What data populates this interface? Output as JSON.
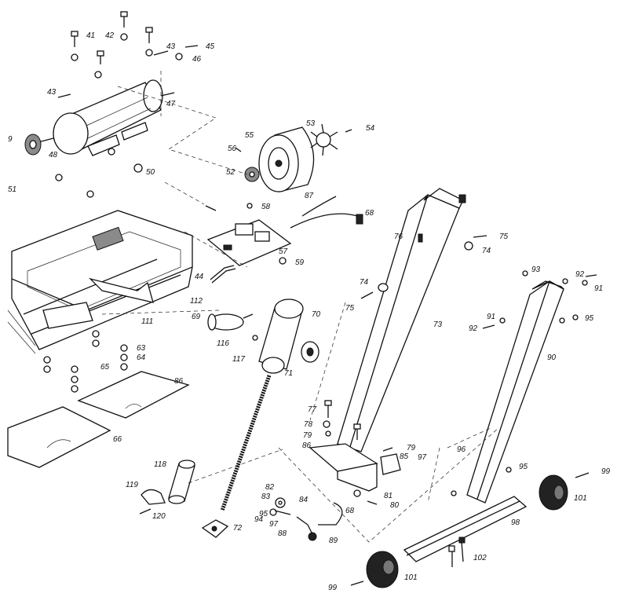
{
  "callouts": [
    {
      "id": "c41",
      "text": "41"
    },
    {
      "id": "c42",
      "text": "42"
    },
    {
      "id": "c43a",
      "text": "43"
    },
    {
      "id": "c45",
      "text": "45"
    },
    {
      "id": "c46",
      "text": "46"
    },
    {
      "id": "c43b",
      "text": "43"
    },
    {
      "id": "c47",
      "text": "47"
    },
    {
      "id": "c9",
      "text": "9"
    },
    {
      "id": "c48",
      "text": "48"
    },
    {
      "id": "c50",
      "text": "50"
    },
    {
      "id": "c51",
      "text": "51"
    },
    {
      "id": "c55",
      "text": "55"
    },
    {
      "id": "c53",
      "text": "53"
    },
    {
      "id": "c54",
      "text": "54"
    },
    {
      "id": "c56",
      "text": "56"
    },
    {
      "id": "c52",
      "text": "52"
    },
    {
      "id": "c87",
      "text": "87"
    },
    {
      "id": "c58",
      "text": "58"
    },
    {
      "id": "c68a",
      "text": "68"
    },
    {
      "id": "c76",
      "text": "76"
    },
    {
      "id": "c75a",
      "text": "75"
    },
    {
      "id": "c74a",
      "text": "74"
    },
    {
      "id": "c57",
      "text": "57"
    },
    {
      "id": "c59",
      "text": "59"
    },
    {
      "id": "c44",
      "text": "44"
    },
    {
      "id": "c74b",
      "text": "74"
    },
    {
      "id": "c75b",
      "text": "75"
    },
    {
      "id": "c73",
      "text": "73"
    },
    {
      "id": "c112",
      "text": "112"
    },
    {
      "id": "c111",
      "text": "111"
    },
    {
      "id": "c70",
      "text": "70"
    },
    {
      "id": "c69",
      "text": "69"
    },
    {
      "id": "c116",
      "text": "116"
    },
    {
      "id": "c117",
      "text": "117"
    },
    {
      "id": "c71",
      "text": "71"
    },
    {
      "id": "c63",
      "text": "63"
    },
    {
      "id": "c64",
      "text": "64"
    },
    {
      "id": "c65",
      "text": "65"
    },
    {
      "id": "c86",
      "text": "86"
    },
    {
      "id": "c66",
      "text": "66"
    },
    {
      "id": "c93",
      "text": "93"
    },
    {
      "id": "c92a",
      "text": "92"
    },
    {
      "id": "c91a",
      "text": "91"
    },
    {
      "id": "c91b",
      "text": "91"
    },
    {
      "id": "c92b",
      "text": "92"
    },
    {
      "id": "c95a",
      "text": "95"
    },
    {
      "id": "c90",
      "text": "90"
    },
    {
      "id": "c77",
      "text": "77"
    },
    {
      "id": "c78",
      "text": "78"
    },
    {
      "id": "c79a",
      "text": "79"
    },
    {
      "id": "c86b",
      "text": "86"
    },
    {
      "id": "c79b",
      "text": "79"
    },
    {
      "id": "c85",
      "text": "85"
    },
    {
      "id": "c97a",
      "text": "97"
    },
    {
      "id": "c96",
      "text": "96"
    },
    {
      "id": "c95b",
      "text": "95"
    },
    {
      "id": "c99a",
      "text": "99"
    },
    {
      "id": "c118",
      "text": "118"
    },
    {
      "id": "c119",
      "text": "119"
    },
    {
      "id": "c120",
      "text": "120"
    },
    {
      "id": "c82",
      "text": "82"
    },
    {
      "id": "c83",
      "text": "83"
    },
    {
      "id": "c84",
      "text": "84"
    },
    {
      "id": "c95c",
      "text": "95"
    },
    {
      "id": "c94",
      "text": "94"
    },
    {
      "id": "c97b",
      "text": "97"
    },
    {
      "id": "c88",
      "text": "88"
    },
    {
      "id": "c89",
      "text": "89"
    },
    {
      "id": "c68b",
      "text": "68"
    },
    {
      "id": "c81",
      "text": "81"
    },
    {
      "id": "c80",
      "text": "80"
    },
    {
      "id": "c101a",
      "text": "101"
    },
    {
      "id": "c98",
      "text": "98"
    },
    {
      "id": "c72",
      "text": "72"
    },
    {
      "id": "c102",
      "text": "102"
    },
    {
      "id": "c101b",
      "text": "101"
    },
    {
      "id": "c99b",
      "text": "99"
    }
  ]
}
